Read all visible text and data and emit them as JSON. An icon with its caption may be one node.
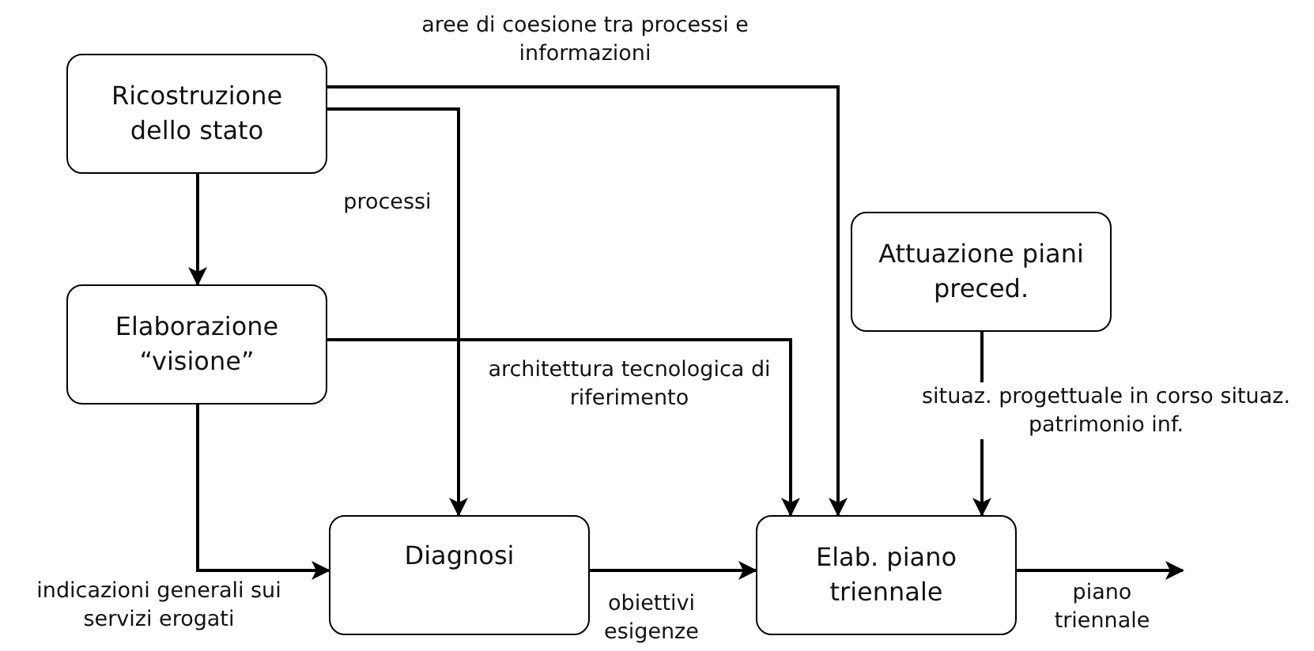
{
  "diagram": {
    "nodes": [
      {
        "text": [
          "Ricostruzione dello stato"
        ]
      },
      {
        "text": [
          "Elaborazione “visione”"
        ]
      },
      {
        "text": [
          "Diagnosi"
        ]
      },
      {
        "text": [
          "Elab. piano triennale"
        ]
      },
      {
        "text": [
          "Attuazione piani preced."
        ]
      }
    ],
    "edges": [
      {
        "from": 0,
        "to": 1,
        "arrow": "to"
      },
      {
        "from": 0,
        "to": 3,
        "arrow": "to",
        "label": "aree di coesione tra processi e informazioni"
      },
      {
        "from": 0,
        "to": 2,
        "arrow": "to",
        "label": "processi"
      },
      {
        "from": 1,
        "to": 3,
        "arrow": "to",
        "label": "architettura tecnologica di riferimento"
      },
      {
        "from": 1,
        "to": 2,
        "arrow": "to",
        "label": "indicazioni generali sui servizi erogati"
      },
      {
        "from": 2,
        "to": 3,
        "arrow": "to",
        "label": "obiettivi esigenze"
      },
      {
        "from": 4,
        "to": 3,
        "arrow": "to",
        "label": "situaz. progettuale in corso situaz. patrimonio inf."
      },
      {
        "from": 3,
        "to": null,
        "arrow": "to",
        "label": "piano triennale"
      }
    ]
  }
}
